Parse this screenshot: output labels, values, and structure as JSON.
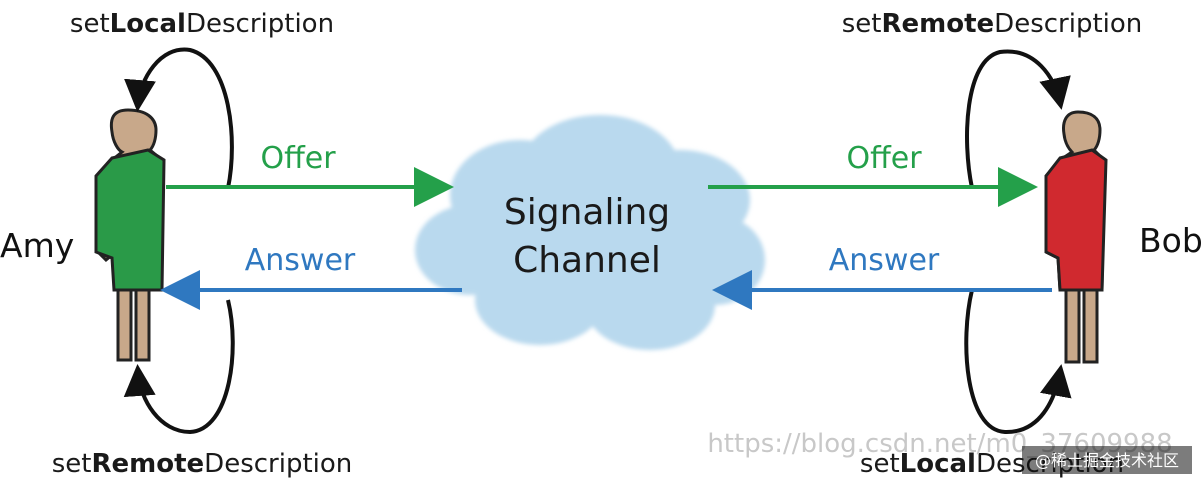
{
  "participants": {
    "left": {
      "name": "Amy",
      "shirt_color": "#2a9a48"
    },
    "right": {
      "name": "Bob",
      "shirt_color": "#d0292f"
    }
  },
  "calls": {
    "left_top": {
      "prefix": "set",
      "bold": "Local",
      "suffix": "Description"
    },
    "left_bottom": {
      "prefix": "set",
      "bold": "Remote",
      "suffix": "Description"
    },
    "right_top": {
      "prefix": "set",
      "bold": "Remote",
      "suffix": "Description"
    },
    "right_bottom": {
      "prefix": "set",
      "bold": "Local",
      "suffix": "Description"
    }
  },
  "messages": {
    "offer_left": "Offer",
    "answer_left": "Answer",
    "offer_right": "Offer",
    "answer_right": "Answer"
  },
  "cloud": {
    "line1": "Signaling",
    "line2": "Channel",
    "color": "#b9d9ee"
  },
  "colors": {
    "offer": "#24a04a",
    "answer": "#2f78c0",
    "skin": "#c8a88a"
  },
  "watermark": {
    "url": "https://blog.csdn.net/m0_37609988",
    "site": "@稀土掘金技术社区"
  }
}
